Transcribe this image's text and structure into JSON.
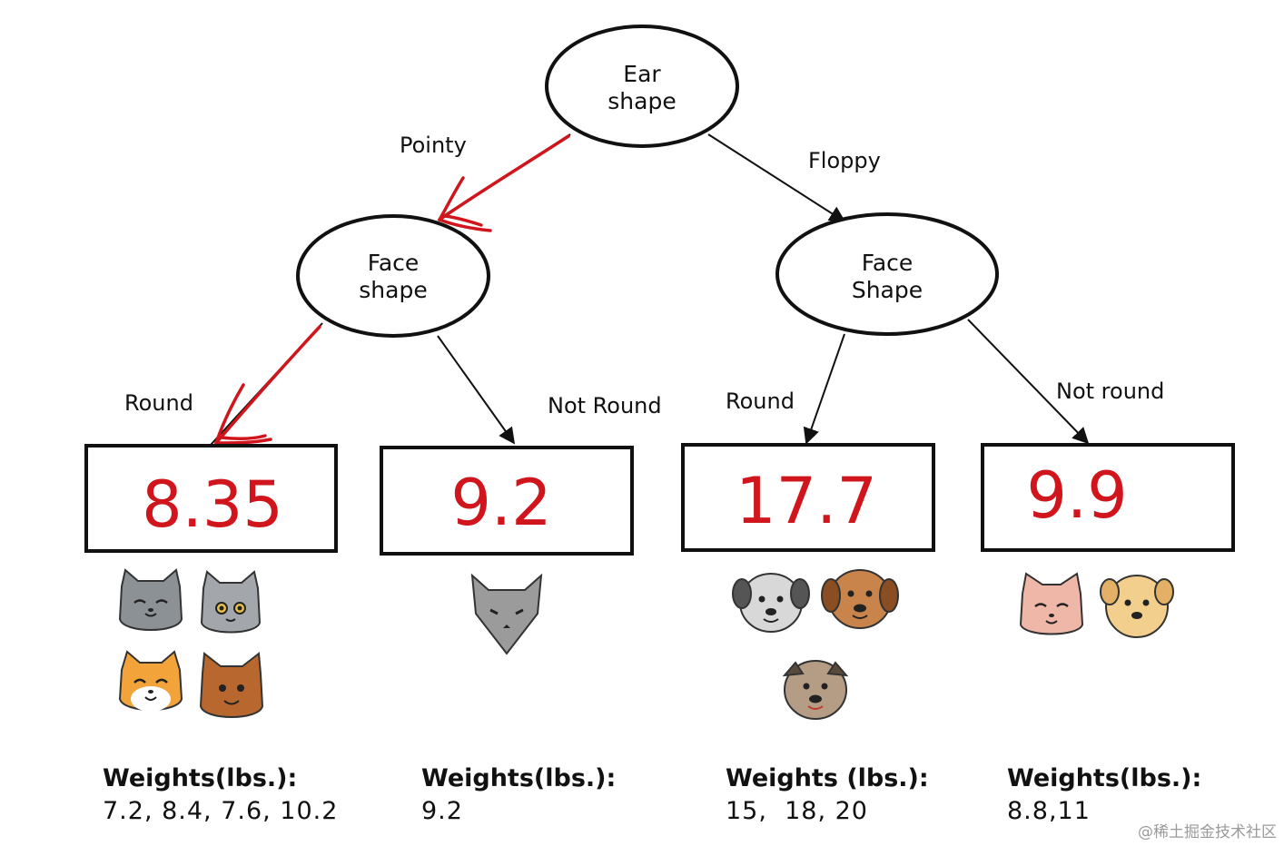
{
  "diagram": {
    "root": {
      "line1": "Ear",
      "line2": "shape"
    },
    "left_node": {
      "line1": "Face",
      "line2": "shape"
    },
    "right_node": {
      "line1": "Face",
      "line2": "Shape"
    },
    "edges": {
      "pointy": "Pointy",
      "floppy": "Floppy",
      "left_round": "Round",
      "left_not_round": "Not Round",
      "right_round": "Round",
      "right_not_round": "Not round"
    },
    "leaves": [
      {
        "value": "8.35",
        "weights_title": "Weights(lbs.):",
        "weights": "7.2, 8.4, 7.6, 10.2"
      },
      {
        "value": "9.2",
        "weights_title": "Weights(lbs.):",
        "weights": "9.2"
      },
      {
        "value": "17.7",
        "weights_title": "Weights (lbs.):",
        "weights": "15,  18, 20"
      },
      {
        "value": "9.9",
        "weights_title": "Weights(lbs.):",
        "weights": "8.8,11"
      }
    ],
    "colors": {
      "highlight": "#d0161c",
      "ink": "#111111"
    },
    "animals": {
      "leaf1": [
        "cat-icon",
        "cat-icon",
        "cat-icon",
        "cat-icon"
      ],
      "leaf2": [
        "cat-icon"
      ],
      "leaf3": [
        "dog-icon",
        "dog-icon",
        "dog-icon"
      ],
      "leaf4": [
        "cat-icon",
        "dog-icon"
      ]
    },
    "watermark": "@稀土掘金技术社区"
  }
}
